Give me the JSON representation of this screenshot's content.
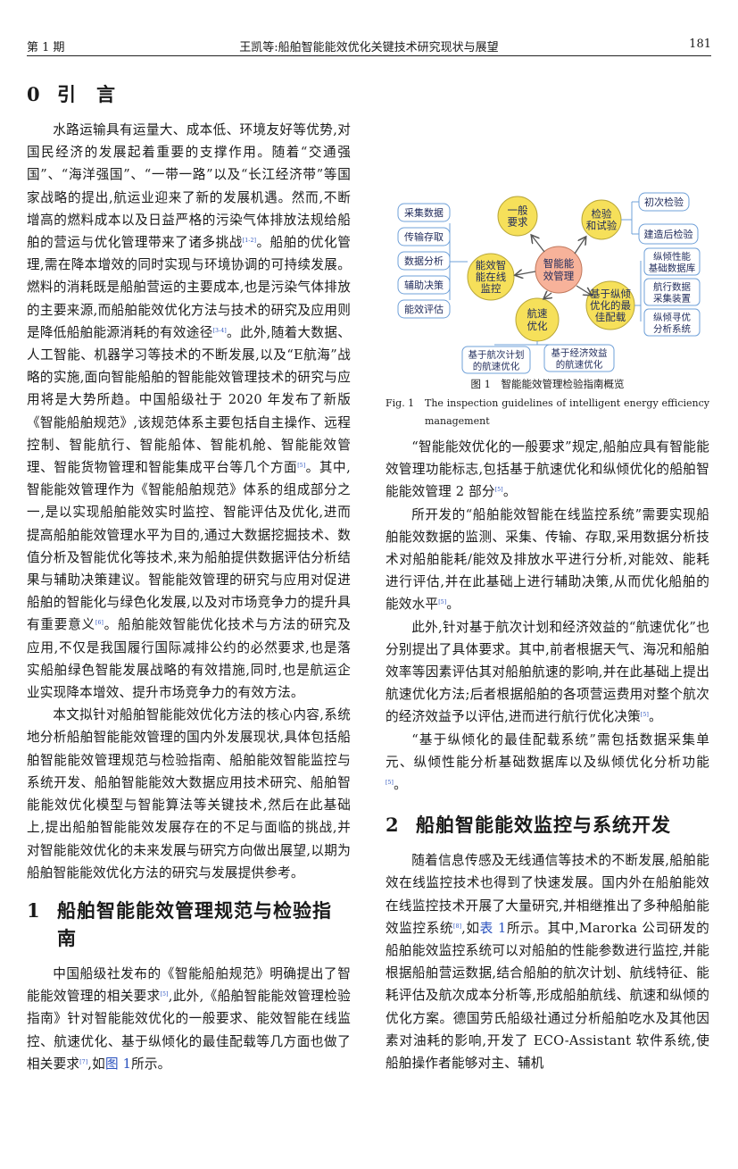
{
  "header": {
    "issue": "第 1 期",
    "title": "王凯等:船舶智能能效优化关键技术研究现状与展望",
    "page": "181"
  },
  "sec0": {
    "num": "0",
    "title": "引　言",
    "p1a": "水路运输具有运量大、成本低、环境友好等优势,对国民经济的发展起着重要的支撑作用。随着“交通强国”、“海洋强国”、“一带一路”以及“长江经济带”等国家战略的提出,航运业迎来了新的发展机遇。然而,不断增高的燃料成本以及日益严格的污染气体排放法规给船舶的营运与优化管理带来了诸多挑战",
    "r12": "[1-2]",
    "p1b": "。船舶的优化管理,需在降本增效的同时实现与环境协调的可持续发展。燃料的消耗既是船舶营运的主要成本,也是污染气体排放的主要来源,而船舶能效优化方法与技术的研究及应用则是降低船舶能源消耗的有效途径",
    "r34": "[3-4]",
    "p1c": "。此外,随着大数据、人工智能、机器学习等技术的不断发展,以及“E航海”战略的实施,面向智能船舶的智能能效管理技术的研究与应用将是大势所趋。中国船级社于 2020 年发布了新版《智能船舶规范》,该规范体系主要包括自主操作、远程控制、智能航行、智能船体、智能机舱、智能能效管理、智能货物管理和智能集成平台等几个方面",
    "r5a": "[5]",
    "p1d": "。其中,智能能效管理作为《智能船舶规范》体系的组成部分之一,是以实现船舶能效实时监控、智能评估及优化,进而提高船舶能效管理水平为目的,通过大数据挖掘技术、数值分析及智能优化等技术,来为船舶提供数据评估分析结果与辅助决策建议。智能能效管理的研究与应用对促进船舶的智能化与绿色化发展,以及对市场竞争力的提升具有重要意义",
    "r6": "[6]",
    "p1e": "。船舶能效智能优化技术与方法的研究及应用,不仅是我国履行国际减排公约的必然要求,也是落实船舶绿色智能发展战略的有效措施,同时,也是航运企业实现降本增效、提升市场竞争力的有效方法。",
    "p2": "本文拟针对船舶智能能效优化方法的核心内容,系统地分析船舶智能能效管理的国内外发展现状,具体包括船舶智能能效管理规范与检验指南、船舶能效智能监控与系统开发、船舶智能能效大数据应用技术研究、船舶智能能效优化模型与智能算法等关键技术,然后在此基础上,提出船舶智能能效发展存在的不足与面临的挑战,并对智能能效优化的未来发展与研究方向做出展望,以期为船舶智能能效优化方法的研究与发展提供参考。"
  },
  "sec1": {
    "num": "1",
    "title": "船舶智能能效管理规范与检验指南",
    "p1": "中国船级社发布的《智能船舶规范》明确提出了智能能效管理的相关要求",
    "r5b": "[5]",
    "p1b": ",此外,《船舶智能能效管理检验指南》针对智能能效优化的一般要求、能效智能在线监控、航速优化、基于纵倾化的最佳配载等几方面也做了相关要求",
    "r7": "[7]",
    "p1c": ",如",
    "figlink": "图 1",
    "p1d": "所示。"
  },
  "figure": {
    "center": [
      "智能能",
      "效管理"
    ],
    "general": [
      "一般",
      "要求"
    ],
    "inspect": [
      "检验",
      "和试验"
    ],
    "monitor": [
      "能效智",
      "能在线",
      "监控"
    ],
    "speed": [
      "航速",
      "优化"
    ],
    "trim": [
      "基于纵倾",
      "优化的最",
      "佳配载"
    ],
    "left_items": [
      "采集数据",
      "传输存取",
      "数据分析",
      "辅助决策",
      "能效评估"
    ],
    "inspect_items": [
      "初次检验",
      "建造后检验"
    ],
    "trim_items": [
      [
        "纵倾性能",
        "基础数据库"
      ],
      [
        "航行数据",
        "采集装置"
      ],
      [
        "纵倾寻优",
        "分析系统"
      ]
    ],
    "speed_items": [
      [
        "基于航次计划",
        "的航速优化"
      ],
      [
        "基于经济效益",
        "的航速优化"
      ]
    ],
    "caption_cn": "图 1　智能能效管理检验指南概览",
    "caption_en_label": "Fig. 1",
    "caption_en": "The inspection guidelines of intelligent energy efficiency management"
  },
  "right": {
    "p1a": "“智能能效优化的一般要求”规定,船舶应具有智能能效管理功能标志,包括基于航速优化和纵倾优化的船舶智能能效管理 2 部分",
    "r5c": "[5]",
    "p1b": "。",
    "p2a": "所开发的“船舶能效智能在线监控系统”需要实现船舶能效数据的监测、采集、传输、存取,采用数据分析技术对船舶能耗/能效及排放水平进行分析,对能效、能耗进行评估,并在此基础上进行辅助决策,从而优化船舶的能效水平",
    "r5d": "[5]",
    "p2b": "。",
    "p3a": "此外,针对基于航次计划和经济效益的“航速优化”也分别提出了具体要求。其中,前者根据天气、海况和船舶效率等因素评估其对船舶航速的影响,并在此基础上提出航速优化方法;后者根据船舶的各项营运费用对整个航次的经济效益予以评估,进而进行航行优化决策",
    "r5e": "[5]",
    "p3b": "。",
    "p4a": "“基于纵倾化的最佳配载系统”需包括数据采集单元、纵倾性能分析基础数据库以及纵倾优化分析功能",
    "r5f": "[5]",
    "p4b": "。"
  },
  "sec2": {
    "num": "2",
    "title": "船舶智能能效监控与系统开发",
    "p1a": "随着信息传感及无线通信等技术的不断发展,船舶能效在线监控技术也得到了快速发展。国内外在船舶能效在线监控技术开展了大量研究,并相继推出了多种船舶能效监控系统",
    "r8": "[8]",
    "p1b": ",如",
    "tablink": "表 1",
    "p1c": "所示。其中,Marorka 公司研发的船舶能效监控系统可以对船舶的性能参数进行监控,并能根据船舶营运数据,结合船舶的航次计划、航线特征、能耗评估及航次成本分析等,形成船舶航线、航速和纵倾的优化方案。德国劳氏船级社通过分析船舶吃水及其他因素对油耗的影响,开发了 ECO-Assistant 软件系统,使船舶操作者能够对主、辅机"
  }
}
